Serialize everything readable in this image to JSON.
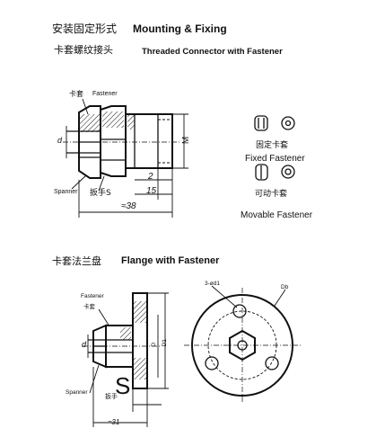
{
  "header": {
    "title_cn": "安装固定形式",
    "title_en": "Mounting & Fixing",
    "subtitle_cn": "卡套螺纹接头",
    "subtitle_en": "Threaded Connector with Fastener"
  },
  "top_drawing": {
    "fastener_label_cn": "卡套",
    "fastener_label_en": "Fastener",
    "spanner_label": "Spanner",
    "wrench_label_cn": "扳手S",
    "dim_d": "d",
    "dim_m": "M",
    "dim_2": "2",
    "dim_15": "15",
    "dim_38": "≈38"
  },
  "legend": {
    "fixed_cn": "固定卡套",
    "fixed_en": "Fixed Fastener",
    "movable_cn": "可动卡套",
    "movable_en": "Movable Fastener"
  },
  "section2": {
    "title_cn": "卡套法兰盘",
    "title_en": "Flange with Fastener"
  },
  "bottom_drawing": {
    "fastener_label_en": "Fastener",
    "fastener_label_cn": "卡套",
    "spanner_label": "Spanner",
    "wrench_label": "扳手",
    "wrench_s": "S",
    "dim_d": "d",
    "dim_31": "≈31",
    "holes_label": "3-ød1",
    "db_label": "Db",
    "d1_label": "D",
    "d2_label": "D1"
  }
}
